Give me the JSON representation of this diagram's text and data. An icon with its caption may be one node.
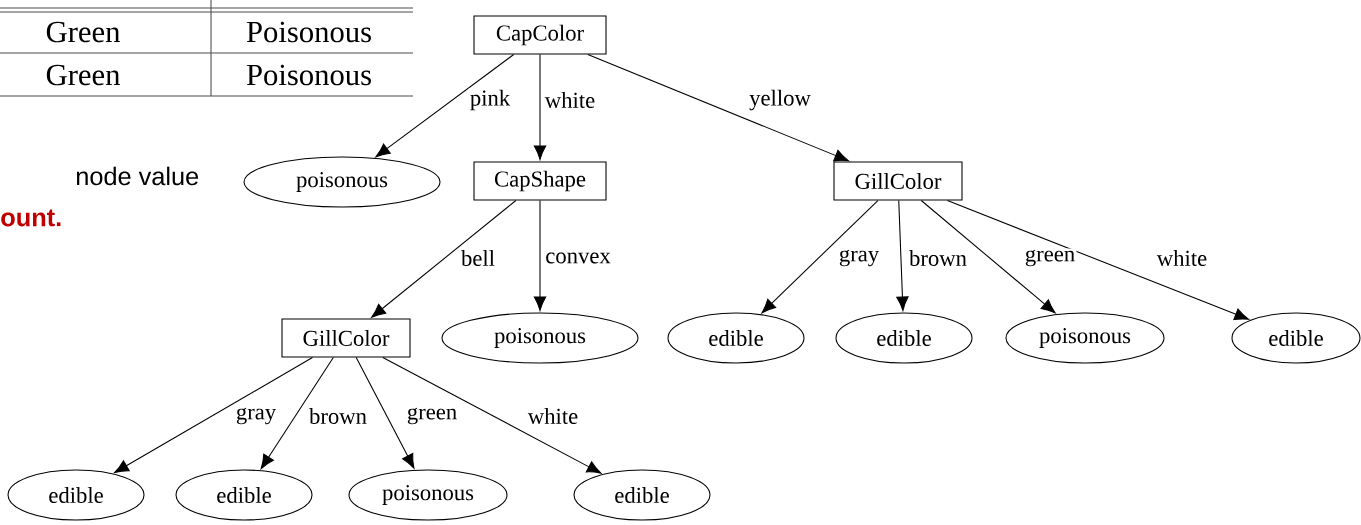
{
  "diagram": {
    "nodes": [
      {
        "text": [
          "CapColor"
        ]
      },
      {
        "text": [
          "poisonous"
        ]
      },
      {
        "text": [
          "CapShape"
        ]
      },
      {
        "text": [
          "GillColor"
        ]
      },
      {
        "text": [
          "GillColor"
        ]
      },
      {
        "text": [
          "poisonous"
        ]
      },
      {
        "text": [
          "edible"
        ]
      },
      {
        "text": [
          "edible"
        ]
      },
      {
        "text": [
          "poisonous"
        ]
      },
      {
        "text": [
          "edible"
        ]
      },
      {
        "text": [
          "edible"
        ]
      },
      {
        "text": [
          "edible"
        ]
      },
      {
        "text": [
          "poisonous"
        ]
      },
      {
        "text": [
          "edible"
        ]
      }
    ],
    "edges": [
      {
        "from": 0,
        "to": 1,
        "arrow": "to",
        "label": "pink"
      },
      {
        "from": 0,
        "to": 2,
        "arrow": "to",
        "label": "white"
      },
      {
        "from": 0,
        "to": 3,
        "arrow": "to",
        "label": "yellow"
      },
      {
        "from": 2,
        "to": 4,
        "arrow": "to",
        "label": "bell"
      },
      {
        "from": 2,
        "to": 5,
        "arrow": "to",
        "label": "convex"
      },
      {
        "from": 3,
        "to": 6,
        "arrow": "to",
        "label": "gray"
      },
      {
        "from": 3,
        "to": 7,
        "arrow": "to",
        "label": "brown"
      },
      {
        "from": 3,
        "to": 8,
        "arrow": "to",
        "label": "green"
      },
      {
        "from": 3,
        "to": 9,
        "arrow": "to",
        "label": "white"
      },
      {
        "from": 4,
        "to": 10,
        "arrow": "to",
        "label": "gray"
      },
      {
        "from": 4,
        "to": 11,
        "arrow": "to",
        "label": "brown"
      },
      {
        "from": 4,
        "to": 12,
        "arrow": "to",
        "label": "green"
      },
      {
        "from": 4,
        "to": 13,
        "arrow": "to",
        "label": "white"
      }
    ],
    "labels": [
      "Green",
      "Poisonous",
      "Green",
      "Poisonous",
      "node value",
      "ount."
    ]
  }
}
